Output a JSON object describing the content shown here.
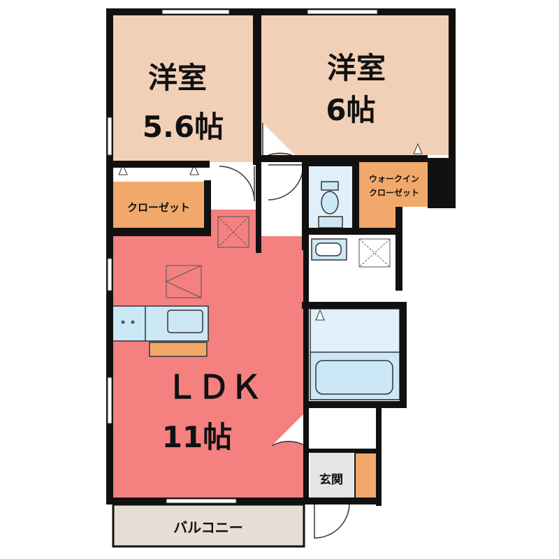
{
  "rooms": {
    "western_room_1": {
      "name": "洋室",
      "size": "5.6帖"
    },
    "western_room_2": {
      "name": "洋室",
      "size": "6帖"
    },
    "closet": {
      "label": "クローゼット"
    },
    "walk_in_closet": {
      "line1": "ウォークイン",
      "line2": "クローゼット"
    },
    "ldk": {
      "name": "ＬＤＫ",
      "size": "11帖"
    },
    "entrance": {
      "label": "玄関"
    },
    "balcony": {
      "label": "バルコニー"
    }
  },
  "colors": {
    "western_room": "#f2d0b8",
    "closet": "#f0a96a",
    "ldk": "#f48080",
    "water_fixture": "#cce8f6",
    "bath_area": "#dff0fa",
    "balcony": "#e6ddd5",
    "entrance": "#e5e5e5",
    "wall": "#111111"
  }
}
